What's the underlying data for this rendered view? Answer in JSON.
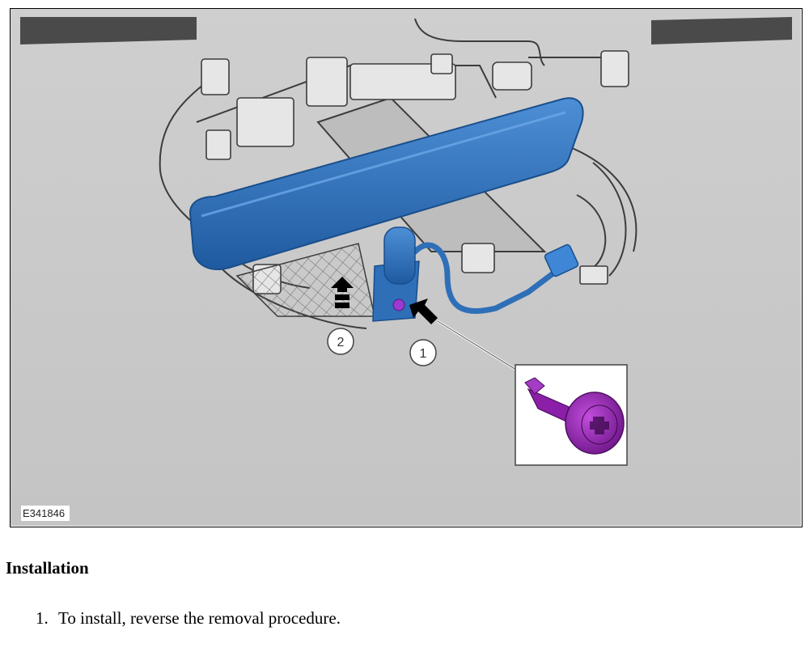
{
  "figure": {
    "code": "E341846",
    "callouts": [
      "1",
      "2"
    ]
  },
  "section": {
    "heading": "Installation",
    "steps": [
      {
        "number": "1.",
        "text": "To install, reverse the removal procedure."
      }
    ]
  },
  "colors": {
    "mirror": "#2e6fb8",
    "bolt": "#8b1fa8",
    "background": "#c8c8c8"
  },
  "icons": [
    "arrow-icon",
    "bolt-icon"
  ]
}
